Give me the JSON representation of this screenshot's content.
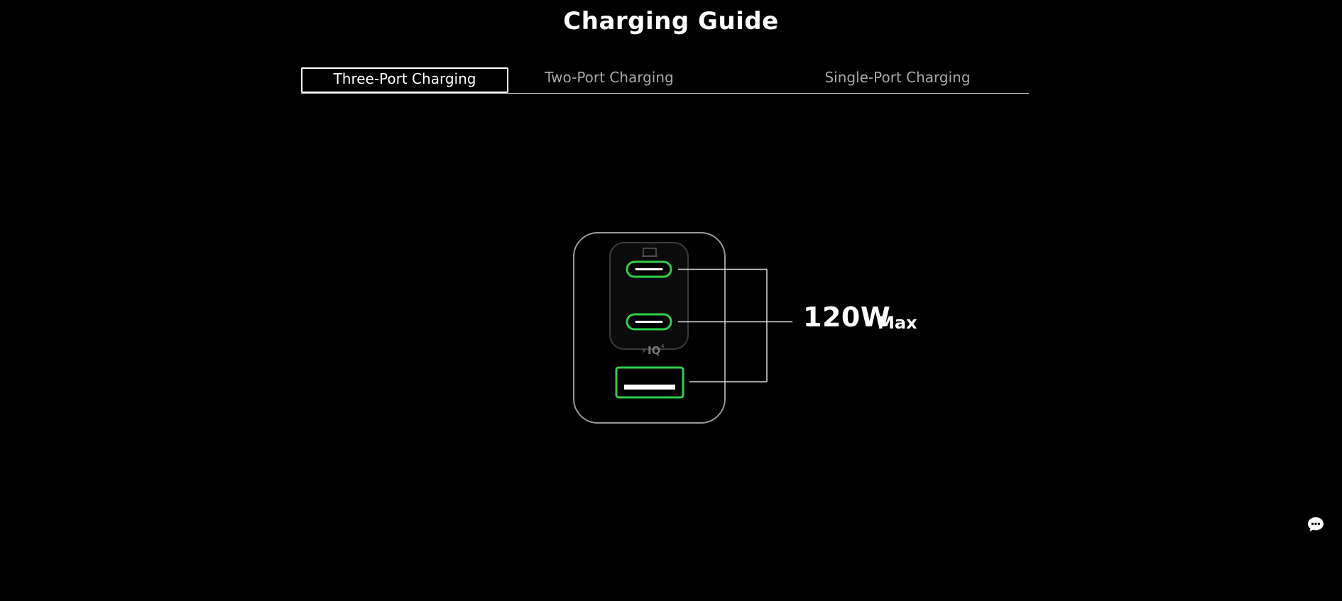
{
  "page": {
    "title": "Charging Guide"
  },
  "tabs": [
    {
      "label": "Three-Port Charging",
      "active": true
    },
    {
      "label": "Two-Port Charging",
      "active": false
    },
    {
      "label": "Single-Port Charging",
      "active": false
    }
  ],
  "charger": {
    "brand_mark": "IQ",
    "power_value": "120W",
    "power_unit": "Max",
    "ports": [
      {
        "type": "usb-c",
        "highlighted": true
      },
      {
        "type": "usb-c",
        "highlighted": true
      },
      {
        "type": "usb-a",
        "highlighted": true
      }
    ]
  },
  "colors": {
    "background": "#000000",
    "text": "#ffffff",
    "inactive_tab": "#a8a8a8",
    "port_highlight": "#2fd14a",
    "outline": "#9a9a9a"
  },
  "icons": {
    "chat": "chat-bubble-icon"
  }
}
